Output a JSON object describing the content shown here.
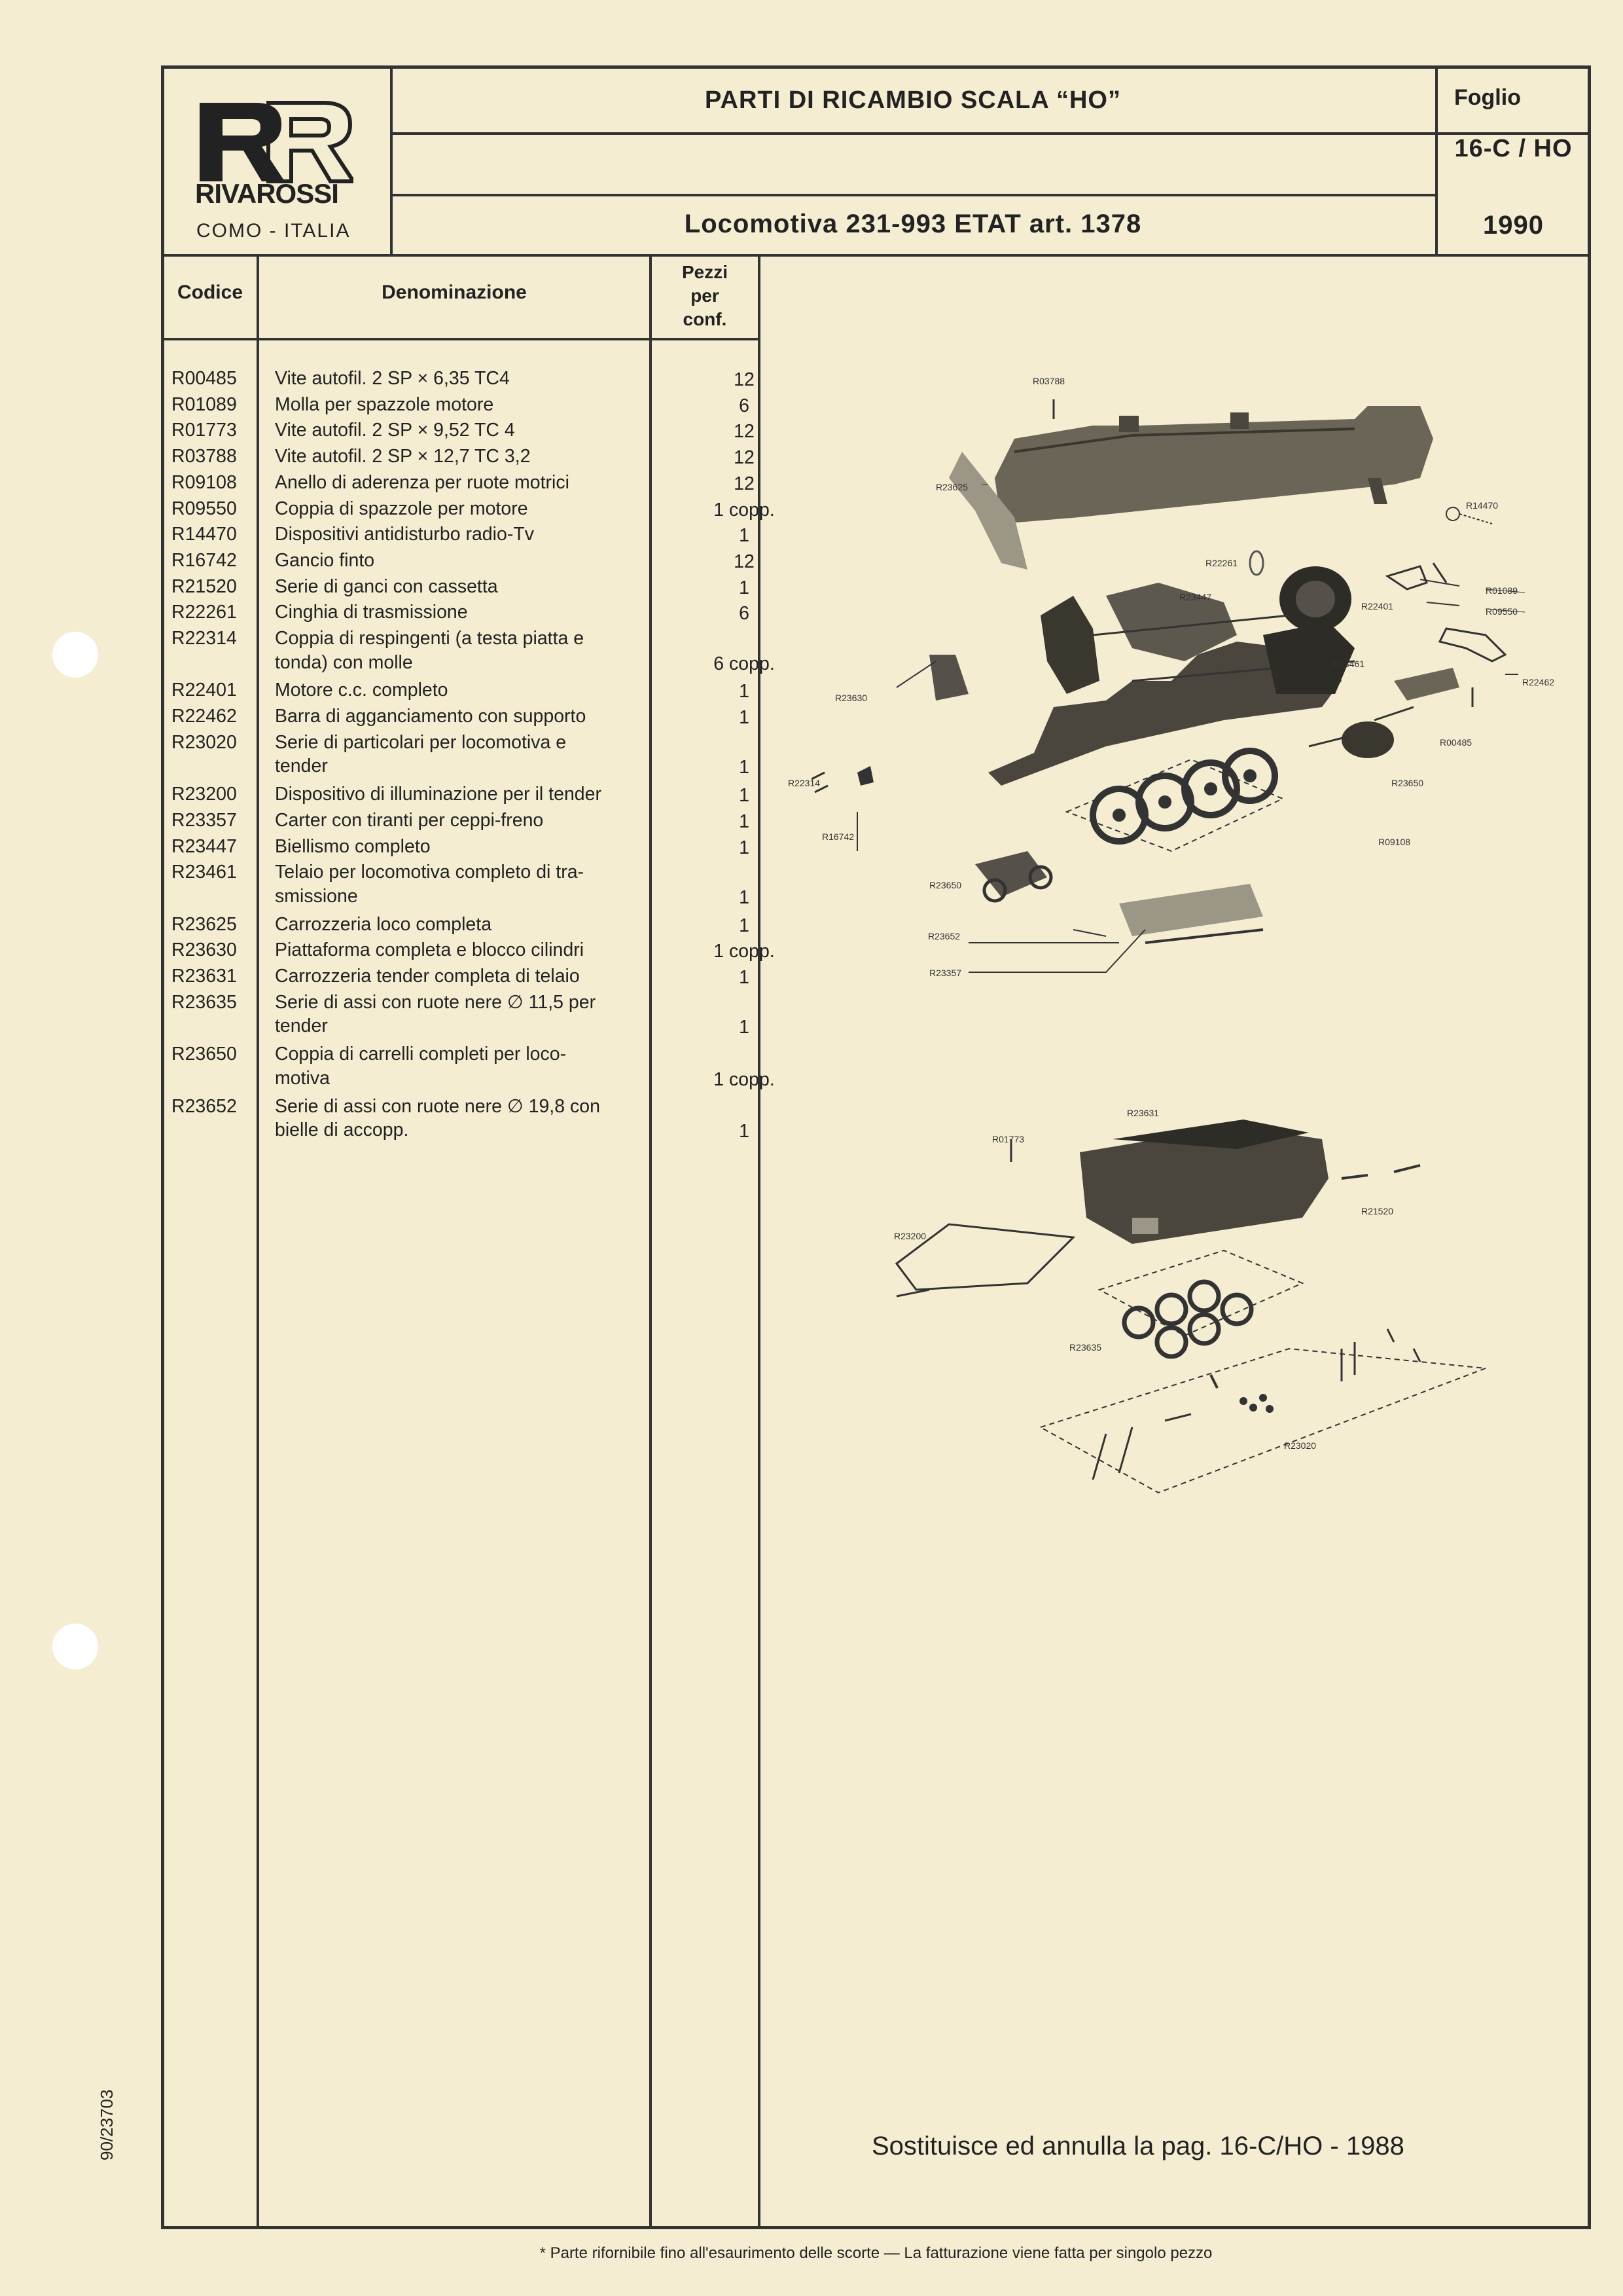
{
  "header": {
    "brand": "RIVAROSSI",
    "brand_location": "COMO - ITALIA",
    "title": "PARTI DI RICAMBIO SCALA “HO”",
    "subtitle": "Locomotiva 231-993 ETAT art. 1378",
    "sheet_label": "Foglio",
    "sheet_number": "16-C / HO",
    "year": "1990"
  },
  "columns": {
    "code": "Codice",
    "name": "Denominazione",
    "qty_line1": "Pezzi",
    "qty_line2": "per",
    "qty_line3": "conf."
  },
  "parts": [
    {
      "code": "R00485",
      "lines": [
        "Vite autofil. 2 SP × 6,35 TC4"
      ],
      "qty": "12"
    },
    {
      "code": "R01089",
      "lines": [
        "Molla per spazzole motore"
      ],
      "qty": "6"
    },
    {
      "code": "R01773",
      "lines": [
        "Vite autofil. 2 SP × 9,52 TC 4"
      ],
      "qty": "12"
    },
    {
      "code": "R03788",
      "lines": [
        "Vite autofil. 2 SP × 12,7 TC 3,2"
      ],
      "qty": "12"
    },
    {
      "code": "R09108",
      "lines": [
        "Anello di aderenza per ruote motrici"
      ],
      "qty": "12"
    },
    {
      "code": "R09550",
      "lines": [
        "Coppia di spazzole per motore"
      ],
      "qty": "1 copp."
    },
    {
      "code": "R14470",
      "lines": [
        "Dispositivi antidisturbo radio-Tv"
      ],
      "qty": "1"
    },
    {
      "code": "R16742",
      "lines": [
        "Gancio finto"
      ],
      "qty": "12"
    },
    {
      "code": "R21520",
      "lines": [
        "Serie di ganci con cassetta"
      ],
      "qty": "1"
    },
    {
      "code": "R22261",
      "lines": [
        "Cinghia di trasmissione"
      ],
      "qty": "6"
    },
    {
      "code": "R22314",
      "lines": [
        "Coppia di respingenti (a testa piatta e",
        "tonda) con molle"
      ],
      "qty": "6 copp."
    },
    {
      "code": "R22401",
      "lines": [
        "Motore c.c. completo"
      ],
      "qty": "1"
    },
    {
      "code": "R22462",
      "lines": [
        "Barra di agganciamento con supporto"
      ],
      "qty": "1"
    },
    {
      "code": "R23020",
      "lines": [
        "Serie di particolari per locomotiva e",
        "tender"
      ],
      "qty": "1"
    },
    {
      "code": "R23200",
      "lines": [
        "Dispositivo di illuminazione per il tender"
      ],
      "qty": "1"
    },
    {
      "code": "R23357",
      "lines": [
        "Carter con tiranti per ceppi-freno"
      ],
      "qty": "1"
    },
    {
      "code": "R23447",
      "lines": [
        "Biellismo completo"
      ],
      "qty": "1"
    },
    {
      "code": "R23461",
      "lines": [
        "Telaio per locomotiva completo di tra-",
        "smissione"
      ],
      "qty": "1"
    },
    {
      "code": "R23625",
      "lines": [
        "Carrozzeria loco completa"
      ],
      "qty": "1"
    },
    {
      "code": "R23630",
      "lines": [
        "Piattaforma completa e blocco cilindri"
      ],
      "qty": "1 copp."
    },
    {
      "code": "R23631",
      "lines": [
        "Carrozzeria tender completa di telaio"
      ],
      "qty": "1"
    },
    {
      "code": "R23635",
      "lines": [
        "Serie di assi con ruote nere ∅ 11,5 per",
        "tender"
      ],
      "qty": "1"
    },
    {
      "code": "R23650",
      "lines": [
        "Coppia di carrelli completi per loco-",
        "motiva"
      ],
      "qty": "1 copp."
    },
    {
      "code": "R23652",
      "lines": [
        "Serie di assi con ruote nere ∅ 19,8 con",
        "bielle di accopp."
      ],
      "qty": "1"
    }
  ],
  "diagram_labels": {
    "r03788": "R03788",
    "r23625": "R23625",
    "r14470": "R14470",
    "r22261": "R22261",
    "r23447": "R23447",
    "r22401": "R22401",
    "r01089": "R01089",
    "r09550": "R09550",
    "r23461": "R23461",
    "r22462": "R22462",
    "r23630": "R23630",
    "r00485": "R00485",
    "r22314": "R22314",
    "r23650a": "R23650",
    "r23650b": "R23650",
    "r16742": "R16742",
    "r09108": "R09108",
    "r23652": "R23652",
    "r23357": "R23357",
    "r23631": "R23631",
    "r01773": "R01773",
    "r21520": "R21520",
    "r23200": "R23200",
    "r23635": "R23635",
    "r23020": "R23020"
  },
  "replacement_note": "Sostituisce ed annulla la pag. 16-C/HO - 1988",
  "side_code": "90/23703",
  "footer_note": "* Parte rifornibile fino all'esaurimento delle scorte — La fatturazione viene fatta per singolo pezzo"
}
